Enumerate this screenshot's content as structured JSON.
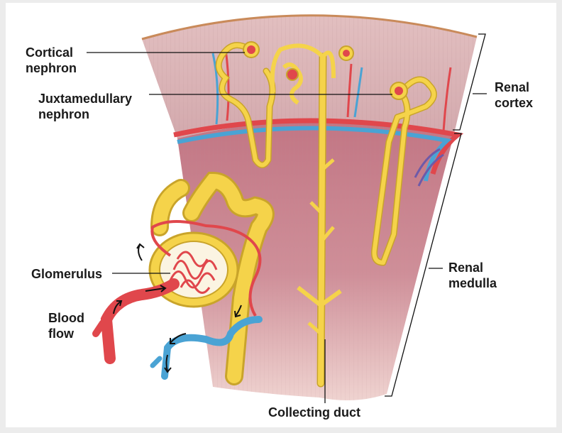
{
  "labels": {
    "cortical_nephron": [
      "Cortical",
      "nephron"
    ],
    "juxtamedullary_nephron": [
      "Juxtamedullary",
      "nephron"
    ],
    "renal_cortex": [
      "Renal",
      "cortex"
    ],
    "renal_medulla": [
      "Renal",
      "medulla"
    ],
    "glomerulus": "Glomerulus",
    "blood_flow": [
      "Blood",
      "flow"
    ],
    "collecting_duct": "Collecting duct"
  },
  "colors": {
    "background": "#ececec",
    "cortex": "#d9b2b5",
    "medulla": "#c8808c",
    "medulla_light": "#e8c9c8",
    "tubule": "#f5d34a",
    "tubule_outline": "#c9a42a",
    "artery": "#e0474c",
    "vein": "#4aa3d4",
    "capsule_top": "#c98a5a"
  }
}
